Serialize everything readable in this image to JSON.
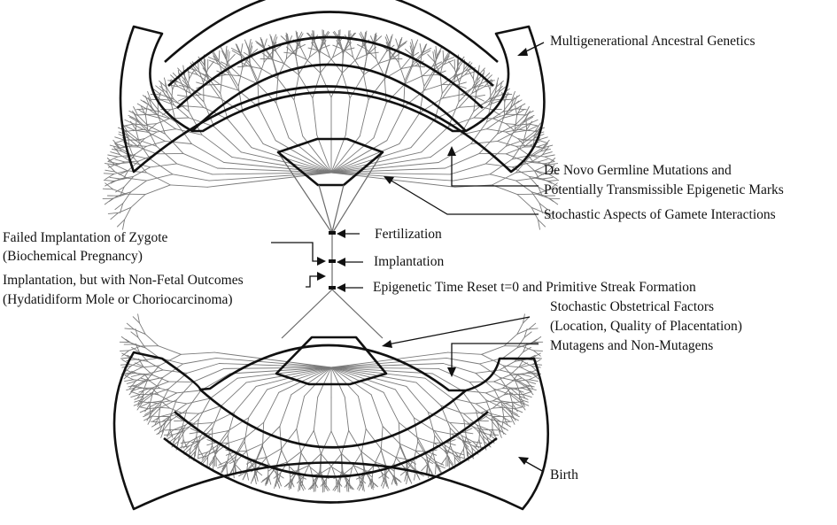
{
  "labels": {
    "multigenerational": "Multigenerational Ancestral Genetics",
    "de_novo_line1": "De Novo Germline Mutations and",
    "de_novo_line2": "Potentially Transmissible Epigenetic Marks",
    "gamete": "Stochastic Aspects of Gamete Interactions",
    "fertilization": "Fertilization",
    "failed_line1": "Failed Implantation of Zygote",
    "failed_line2": "(Biochemical Pregnancy)",
    "implantation": "Implantation",
    "nonfetal_line1": "Implantation, but with Non-Fetal Outcomes",
    "nonfetal_line2": "(Hydatidiform Mole or Choriocarcinoma)",
    "epigenetic_reset": "Epigenetic Time Reset t=0 and Primitive Streak Formation",
    "obstetrical_line1": "Stochastic Obstetrical Factors",
    "obstetrical_line2": "(Location, Quality of Placentation)",
    "mutagens": "Mutagens and Non-Mutagens",
    "birth": "Birth"
  }
}
